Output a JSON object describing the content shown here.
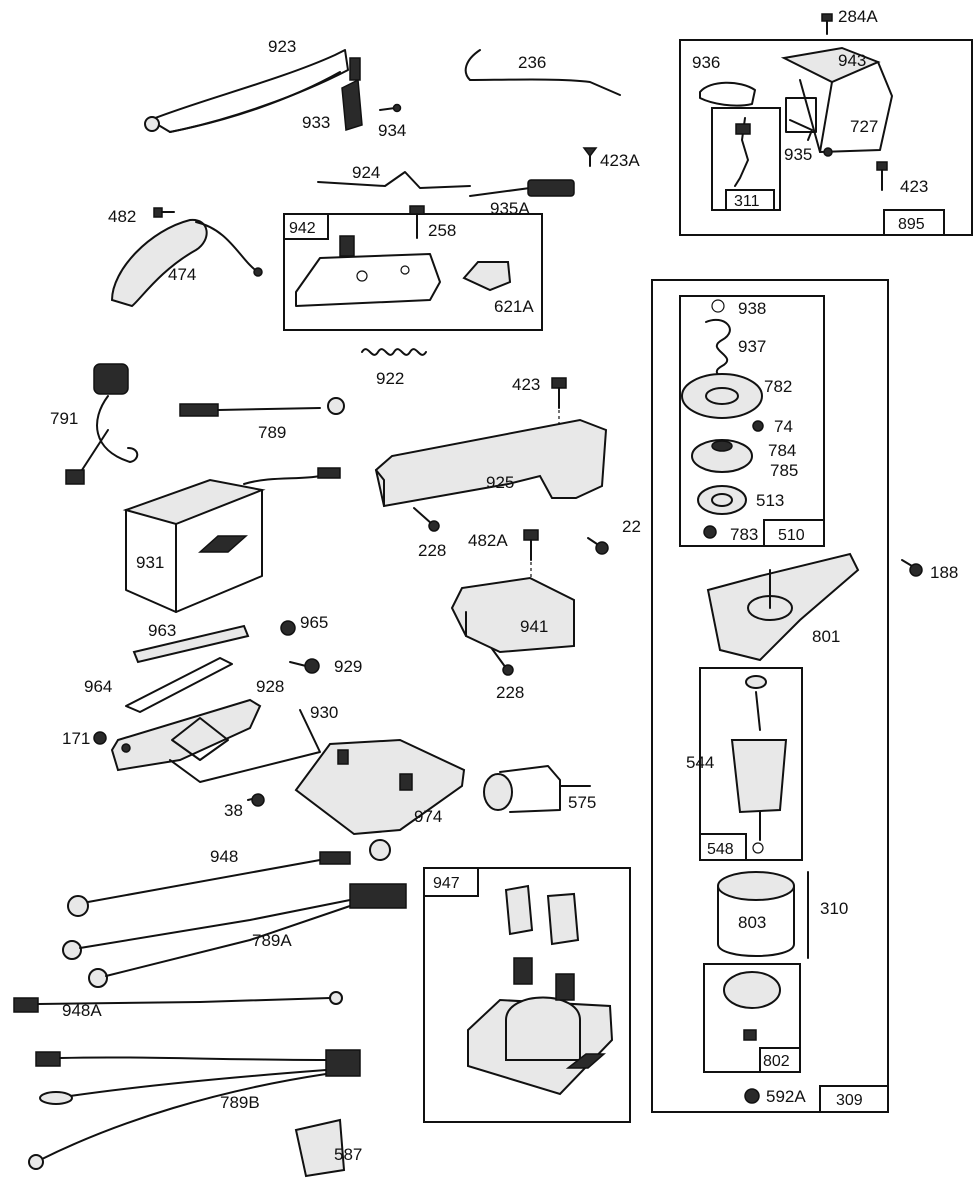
{
  "labels": {
    "p923": "923",
    "p933": "933",
    "p934": "934",
    "p236": "236",
    "p284A": "284A",
    "p936": "936",
    "p943": "943",
    "p727": "727",
    "p935": "935",
    "p311": "311",
    "p423_top": "423",
    "p895": "895",
    "p423A": "423A",
    "p924": "924",
    "p935A": "935A",
    "p482": "482",
    "p474": "474",
    "p942": "942",
    "p258": "258",
    "p621A": "621A",
    "p922": "922",
    "p791": "791",
    "p789": "789",
    "p423_mid": "423",
    "p925": "925",
    "p938": "938",
    "p937": "937",
    "p782": "782",
    "p74": "74",
    "p784": "784",
    "p785": "785",
    "p513": "513",
    "p783": "783",
    "p510": "510",
    "p931": "931",
    "p228_a": "228",
    "p482A": "482A",
    "p22": "22",
    "p188": "188",
    "p963": "963",
    "p965": "965",
    "p941": "941",
    "p801": "801",
    "p929": "929",
    "p964": "964",
    "p928": "928",
    "p228_b": "228",
    "p930": "930",
    "p171": "171",
    "p544": "544",
    "p38": "38",
    "p974": "974",
    "p575": "575",
    "p548": "548",
    "p948": "948",
    "p947": "947",
    "p310": "310",
    "p803": "803",
    "p789A": "789A",
    "p948A": "948A",
    "p802": "802",
    "p789B": "789B",
    "p592A": "592A",
    "p309": "309",
    "p587": "587"
  },
  "colors": {
    "ink": "#111111",
    "paper": "#ffffff"
  }
}
